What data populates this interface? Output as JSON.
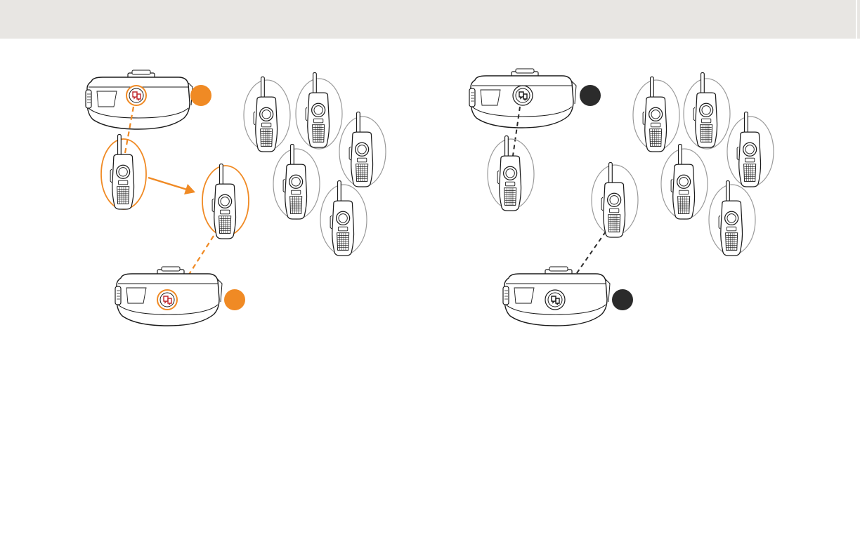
{
  "page": {
    "background": "#ffffff",
    "band_color": "#e8e6e3"
  },
  "colors": {
    "accent": "#f08a24",
    "dark": "#2b2b2b",
    "outline": "#9a9a9a",
    "device_stroke": "#1a1a1a"
  },
  "panels": [
    {
      "id": "left",
      "theme": "orange",
      "link_style": "dashed",
      "shows_arrow": true,
      "highlighted_ring": true
    },
    {
      "id": "right",
      "theme": "dark",
      "link_style": "dashed",
      "shows_arrow": false,
      "highlighted_ring": false
    }
  ],
  "icons": {
    "radio": "walkie-talkie-icon",
    "hub": "hub-device-icon",
    "pairing_button": "pair-button-icon",
    "step_marker": "step-circle-icon",
    "arrow": "arrow-right-icon"
  }
}
